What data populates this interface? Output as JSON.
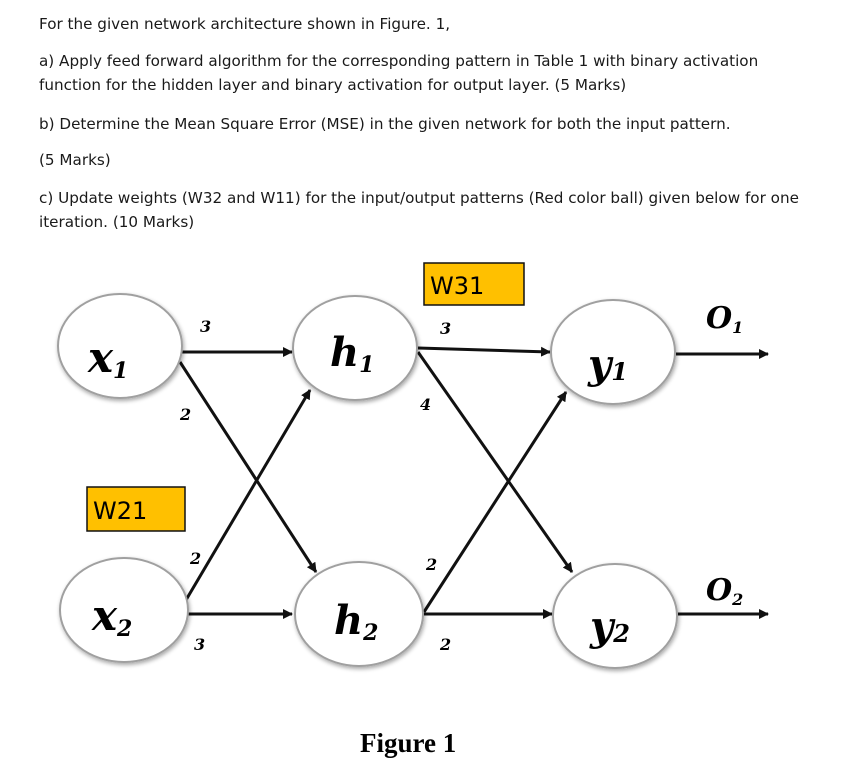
{
  "question": {
    "intro": "For the given network architecture shown in Figure. 1,",
    "part_a_line1": "a) Apply feed forward algorithm for the corresponding pattern in Table 1 with binary activation",
    "part_a_line2": "function for the hidden layer and binary activation for output layer. (5 Marks)",
    "part_b_line1": "b) Determine the Mean Square Error (MSE) in the given network for both the input pattern.",
    "part_b_line2": "(5 Marks)",
    "part_c_line1": "c) Update weights (W32 and W11) for the input/output patterns (Red color ball) given below for one",
    "part_c_line2": "iteration. (10 Marks)"
  },
  "figure": {
    "caption": "Figure 1",
    "nodes": {
      "x1": {
        "main": "x",
        "sub": "1"
      },
      "x2": {
        "main": "x",
        "sub": "2"
      },
      "h1": {
        "main": "h",
        "sub": "1"
      },
      "h2": {
        "main": "h",
        "sub": "2"
      },
      "y1": {
        "main": "y",
        "sub": "1"
      },
      "y2": {
        "main": "y",
        "sub": "2"
      }
    },
    "outputs": {
      "o1": {
        "main": "O",
        "sub": "1"
      },
      "o2": {
        "main": "O",
        "sub": "2"
      }
    },
    "weights": {
      "x1_h1": "3",
      "x1_h2": "2",
      "x2_h1": "2",
      "x2_h2": "3",
      "h1_y1": "3",
      "h1_y2": "4",
      "h2_y1": "2",
      "h2_y2": "2"
    },
    "tags": {
      "w31": "W31",
      "w21": "W21"
    },
    "colors": {
      "tag_fill": "#ffc000",
      "stroke": "#111111",
      "node_shadow": "#bdbdbd"
    }
  }
}
